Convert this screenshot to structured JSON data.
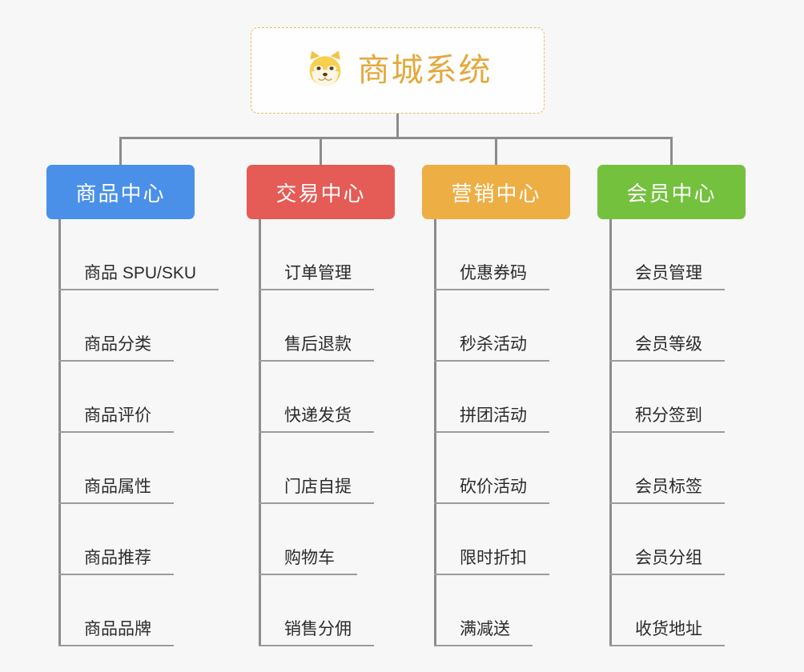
{
  "page": {
    "background_color": "#f7f7f7",
    "type": "mindmap"
  },
  "root": {
    "title": "商城系统",
    "icon": "shiba-dog-face-emoji",
    "title_color": "#e3a93c",
    "border_color": "#e9b96e",
    "background_color": "#fefefe"
  },
  "connector": {
    "color": "#8c8c8c",
    "leaf_line_color": "#9b9b9b"
  },
  "categories": [
    {
      "label": "商品中心",
      "color": "#4a90e8",
      "items": [
        {
          "label": "商品 SPU/SKU"
        },
        {
          "label": "商品分类"
        },
        {
          "label": "商品评价"
        },
        {
          "label": "商品属性"
        },
        {
          "label": "商品推荐"
        },
        {
          "label": "商品品牌"
        }
      ]
    },
    {
      "label": "交易中心",
      "color": "#e55b56",
      "items": [
        {
          "label": "订单管理"
        },
        {
          "label": "售后退款"
        },
        {
          "label": "快递发货"
        },
        {
          "label": "门店自提"
        },
        {
          "label": "购物车"
        },
        {
          "label": "销售分佣"
        }
      ]
    },
    {
      "label": "营销中心",
      "color": "#edae44",
      "items": [
        {
          "label": "优惠券码"
        },
        {
          "label": "秒杀活动"
        },
        {
          "label": "拼团活动"
        },
        {
          "label": "砍价活动"
        },
        {
          "label": "限时折扣"
        },
        {
          "label": "满减送"
        }
      ]
    },
    {
      "label": "会员中心",
      "color": "#74c13e",
      "items": [
        {
          "label": "会员管理"
        },
        {
          "label": "会员等级"
        },
        {
          "label": "积分签到"
        },
        {
          "label": "会员标签"
        },
        {
          "label": "会员分组"
        },
        {
          "label": "收货地址"
        }
      ]
    }
  ]
}
